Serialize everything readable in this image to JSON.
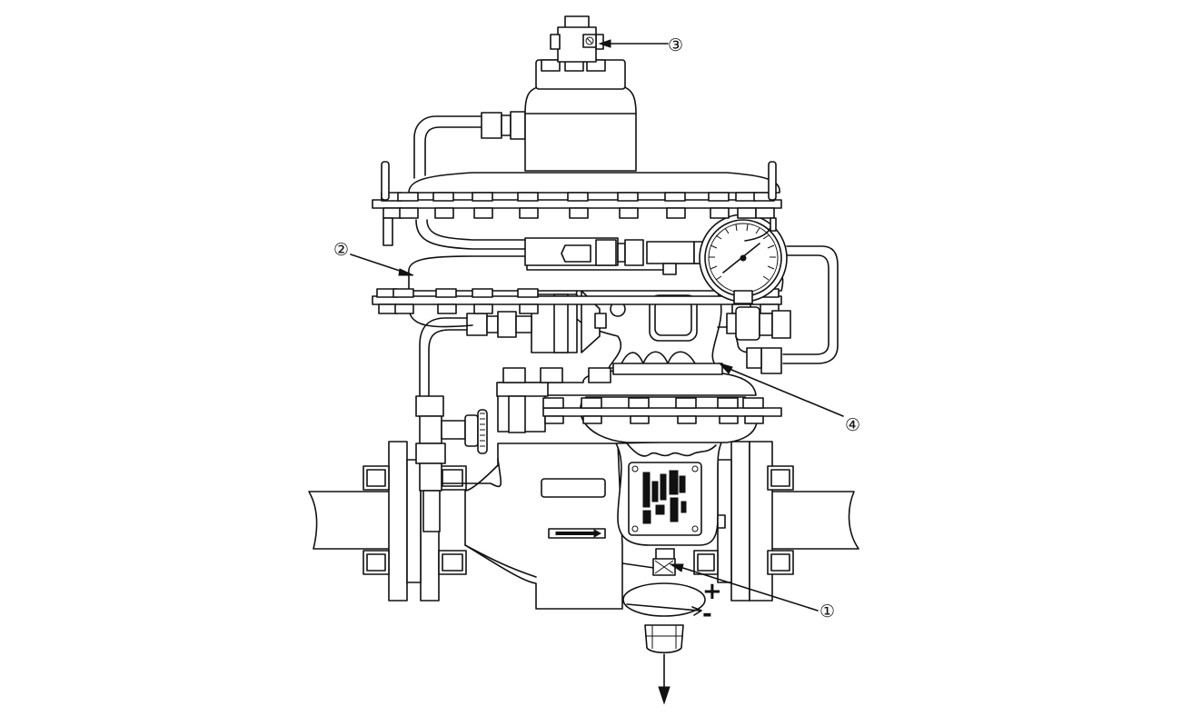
{
  "callouts": [
    {
      "id": "c1",
      "label": "①"
    },
    {
      "id": "c2",
      "label": "②"
    },
    {
      "id": "c3",
      "label": "③"
    },
    {
      "id": "c4",
      "label": "④"
    }
  ],
  "adjust_signs": {
    "plus": "+",
    "minus": "-"
  },
  "icons": [
    "flow-direction-arrow-icon",
    "downward-arrow-icon",
    "pressure-gauge-icon",
    "nameplate-icon"
  ]
}
